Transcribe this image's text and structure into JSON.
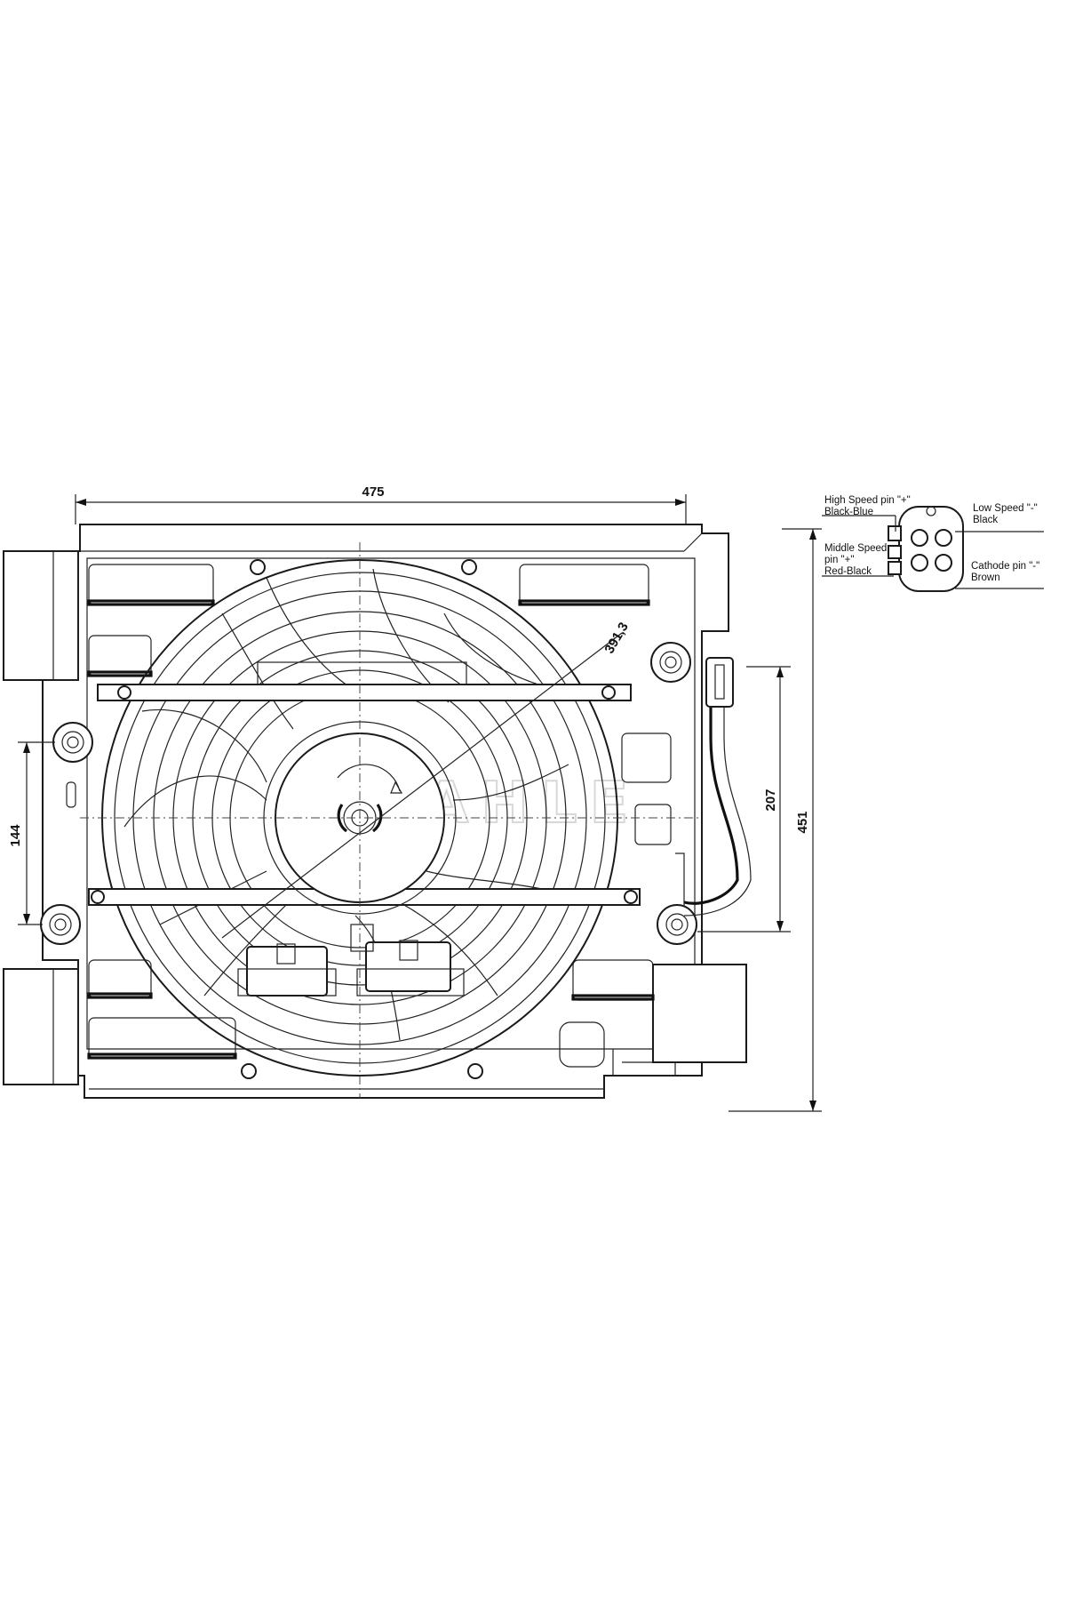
{
  "dimensions": {
    "width": "475",
    "diameter": "391,3",
    "height_total": "451",
    "height_mount": "207",
    "height_left": "144"
  },
  "connector": {
    "pins": [
      {
        "lines": [
          "High Speed pin \"+\"",
          "Black-Blue"
        ]
      },
      {
        "lines": [
          "Low Speed \"-\"",
          "Black"
        ]
      },
      {
        "lines": [
          "Middle Speed",
          "pin \"+\"",
          "Red-Black"
        ]
      },
      {
        "lines": [
          "Cathode pin \"-\"",
          "Brown"
        ]
      }
    ]
  },
  "watermark": "MAHLE"
}
